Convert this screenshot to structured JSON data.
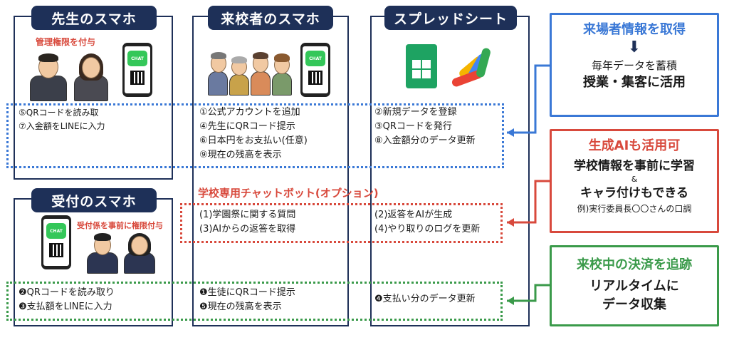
{
  "columns": {
    "teacher": {
      "title": "先生のスマホ",
      "sub": "管理権限を付与"
    },
    "visitor": {
      "title": "来校者のスマホ"
    },
    "sheet": {
      "title": "スプレッドシート"
    },
    "reception": {
      "title": "受付のスマホ",
      "sub": "受付係を事前に権限付与"
    }
  },
  "phone_label": "CHAT",
  "blue_band": {
    "teacher": [
      "⑤QRコードを読み取",
      "⑦入金額をLINEに入力"
    ],
    "visitor": [
      "①公式アカウントを追加",
      "④先生にQRコード提示",
      "⑥日本円をお支払い(任意)",
      "⑨現在の残高を表示"
    ],
    "sheet": [
      "②新規データを登録",
      "③QRコードを発行",
      "⑧入金額分のデータ更新"
    ]
  },
  "red_band": {
    "title": "学校専用チャットボット(オプション)",
    "left": [
      "(1)学園祭に関する質問",
      "(3)AIからの返答を取得"
    ],
    "right": [
      "(2)返答をAIが生成",
      "(4)やり取りのログを更新"
    ]
  },
  "green_band": {
    "reception": [
      "❷QRコードを読み取り",
      "❸支払額をLINEに入力"
    ],
    "visitor": [
      "❶生徒にQRコード提示",
      "❺現在の残高を表示"
    ],
    "sheet": [
      "❹支払い分のデータ更新"
    ]
  },
  "right_boxes": {
    "blue": {
      "title": "来場者情報を取得",
      "arrow": "⬇",
      "line1": "毎年データを蓄積",
      "line2": "授業・集客に活用",
      "color": "#3a78d6"
    },
    "red": {
      "title": "生成AIも活用可",
      "line1": "学校情報を事前に学習",
      "amp": "&",
      "line2": "キャラ付けもできる",
      "line3": "例)実行委員長〇〇さんの口調",
      "color": "#d8493c"
    },
    "green": {
      "title": "来校中の決済を追跡",
      "line1": "リアルタイムに",
      "line2": "データ収集",
      "color": "#3a9a4a"
    }
  }
}
